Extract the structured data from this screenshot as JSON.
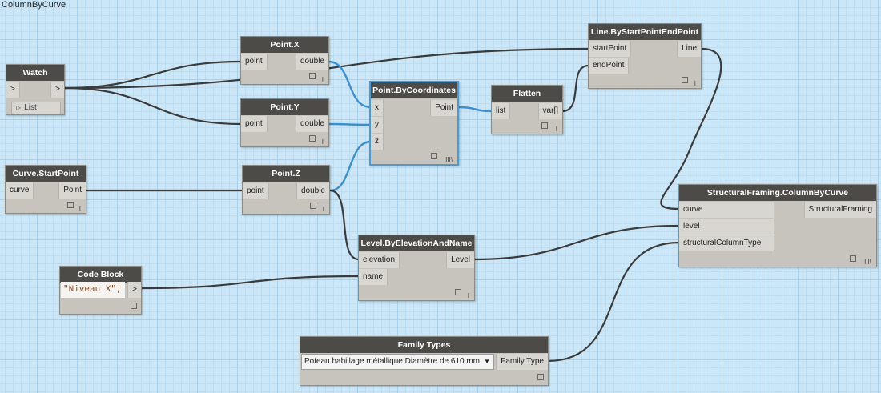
{
  "workspace": {
    "title": "ColumnByCurve"
  },
  "colors": {
    "wire": "#3a3a3a",
    "wire_selected": "#3b8fd0",
    "header": "#4d4b48",
    "node_body": "#c6c4bd"
  },
  "nodes": {
    "watch": {
      "title": "Watch",
      "input": ">",
      "output": ">",
      "list_label": "List",
      "list_arrow": "▷"
    },
    "point_x": {
      "title": "Point.X",
      "input": "point",
      "output": "double",
      "lacing": "I"
    },
    "point_y": {
      "title": "Point.Y",
      "input": "point",
      "output": "double",
      "lacing": "I"
    },
    "curve_startpoint": {
      "title": "Curve.StartPoint",
      "input": "curve",
      "output": "Point",
      "lacing": "I"
    },
    "point_z": {
      "title": "Point.Z",
      "input": "point",
      "output": "double",
      "lacing": "I"
    },
    "point_bycoordinates": {
      "title": "Point.ByCoordinates",
      "inputs": [
        "x",
        "y",
        "z"
      ],
      "output": "Point",
      "lacing": "III\\"
    },
    "flatten": {
      "title": "Flatten",
      "input": "list",
      "output": "var[]",
      "lacing": "I"
    },
    "line_bystartpointendpoint": {
      "title": "Line.ByStartPointEndPoint",
      "inputs": [
        "startPoint",
        "endPoint"
      ],
      "output": "Line",
      "lacing": "I"
    },
    "level_byelevationandname": {
      "title": "Level.ByElevationAndName",
      "inputs": [
        "elevation",
        "name"
      ],
      "output": "Level",
      "lacing": "I"
    },
    "structuralframing_columnbycurve": {
      "title": "StructuralFraming.ColumnByCurve",
      "inputs": [
        "curve",
        "level",
        "structuralColumnType"
      ],
      "output": "StructuralFraming",
      "lacing": "III\\"
    },
    "code_block": {
      "title": "Code Block",
      "code": "\"Niveau X\";",
      "output": ">"
    },
    "family_types": {
      "title": "Family Types",
      "selected": "Poteau habillage métallique:Diamètre de 610 mm",
      "arrow": "▼",
      "output": "Family Type"
    }
  }
}
